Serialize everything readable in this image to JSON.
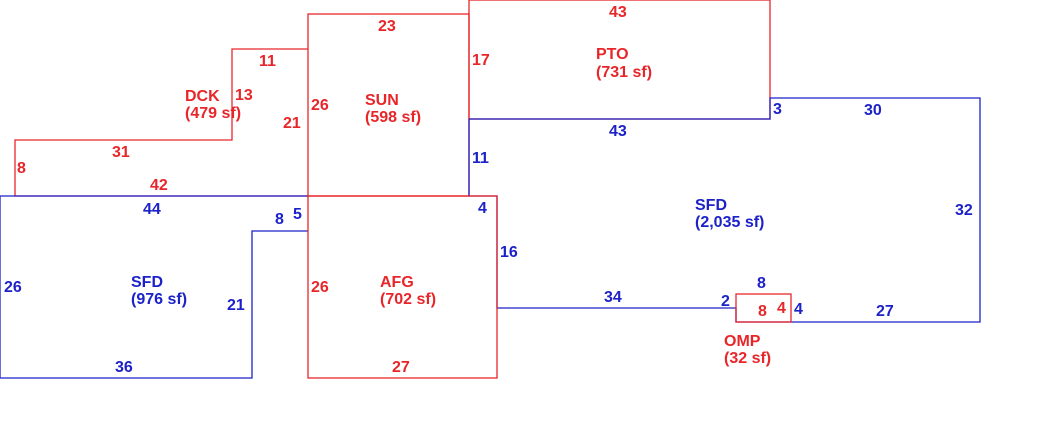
{
  "colors": {
    "red": "#e8262a",
    "blue": "#1c22c8"
  },
  "areas": {
    "dck": {
      "code": "DCK",
      "area": "(479 sf)",
      "color": "#e8262a"
    },
    "sun": {
      "code": "SUN",
      "area": "(598 sf)",
      "color": "#e8262a"
    },
    "pto": {
      "code": "PTO",
      "area": "(731 sf)",
      "color": "#e8262a"
    },
    "sfd_main": {
      "code": "SFD",
      "area": "(2,035 sf)",
      "color": "#1c22c8"
    },
    "sfd_left": {
      "code": "SFD",
      "area": "(976 sf)",
      "color": "#1c22c8"
    },
    "afg": {
      "code": "AFG",
      "area": "(702 sf)",
      "color": "#e8262a"
    },
    "omp": {
      "code": "OMP",
      "area": "(32 sf)",
      "color": "#e8262a"
    }
  },
  "dimensions": {
    "dck_top": "11",
    "dck_right_upper": "13",
    "dck_step": "31",
    "dck_left": "8",
    "dck_right_lower": "21",
    "dck_bottom": "42",
    "sun_top": "23",
    "sun_left": "26",
    "sun_right": "17",
    "pto_top": "43",
    "pto_bottom": "43",
    "pto_right": "3",
    "sfd_main_top": "30",
    "sfd_main_right": "32",
    "sfd_main_left": "11",
    "sfd_main_notch": "4",
    "sfd_main_notch_side": "16",
    "sfd_main_bottom_left": "34",
    "sfd_main_bottom_right": "27",
    "sfd_main_step_left": "2",
    "sfd_main_step_right": "4",
    "sfd_left_top": "44",
    "sfd_left_left": "26",
    "sfd_left_bottom": "36",
    "sfd_left_right": "21",
    "sfd_left_notch_top": "8",
    "sfd_left_notch_side": "5",
    "afg_left": "26",
    "afg_bottom": "27",
    "omp_top": "8",
    "omp_bottom": "8",
    "omp_right": "4"
  }
}
